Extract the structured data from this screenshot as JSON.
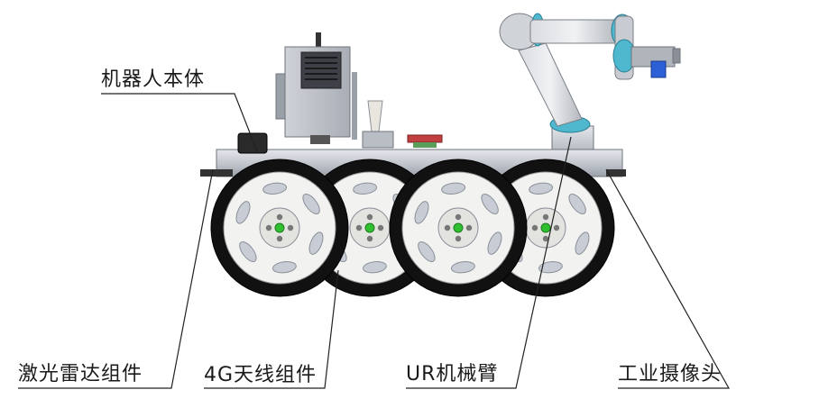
{
  "labels": {
    "robot_body": "机器人本体",
    "lidar": "激光雷达组件",
    "antenna_4g": "4G天线组件",
    "ur_arm": "UR机械臂",
    "camera": "工业摄像头"
  },
  "colors": {
    "tire": "#111111",
    "rim": "#f2f2f0",
    "rim_slot": "#c8ccd4",
    "hub_center": "#2fc02f",
    "metal": "#c9ccd2",
    "metal_dark": "#8a8f98",
    "arm_teal": "#4fb8cf",
    "leader_line": "#222222"
  }
}
